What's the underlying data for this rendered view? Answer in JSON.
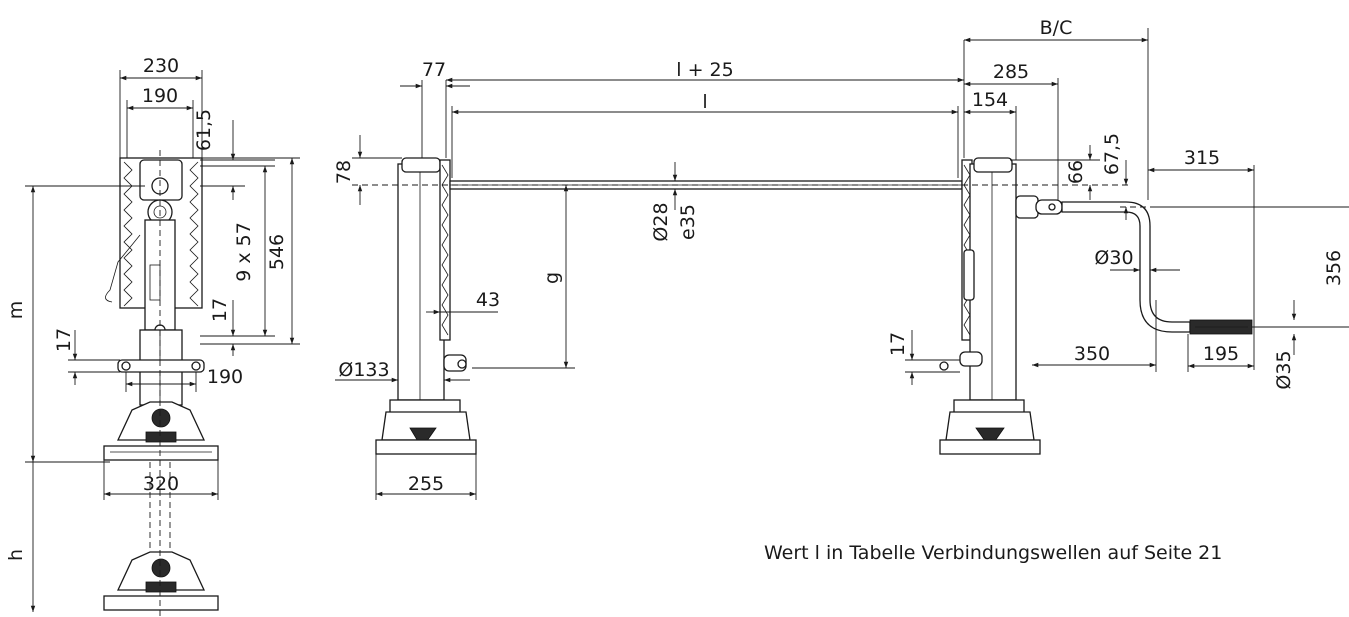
{
  "dimensions": {
    "d230": "230",
    "d190_top": "190",
    "d61_5": "61,5",
    "d9x57": "9 x 57",
    "d546": "546",
    "d17_a": "17",
    "d17_b": "17",
    "d190_bot": "190",
    "d320": "320",
    "m": "m",
    "h": "h",
    "d77": "77",
    "l_plus": "l + 25",
    "l": "l",
    "d78": "78",
    "d28": "Ø28",
    "e35": "e35",
    "g": "g",
    "d43": "43",
    "d133": "Ø133",
    "d255": "255",
    "bc": "B/C",
    "d285": "285",
    "d154": "154",
    "d66": "66",
    "d67_5": "67,5",
    "d315": "315",
    "d356": "356",
    "d30": "Ø30",
    "d17_c": "17",
    "d350": "350",
    "d195": "195",
    "d35": "Ø35"
  },
  "note": "Wert l in Tabelle Verbindungswellen auf Seite 21"
}
